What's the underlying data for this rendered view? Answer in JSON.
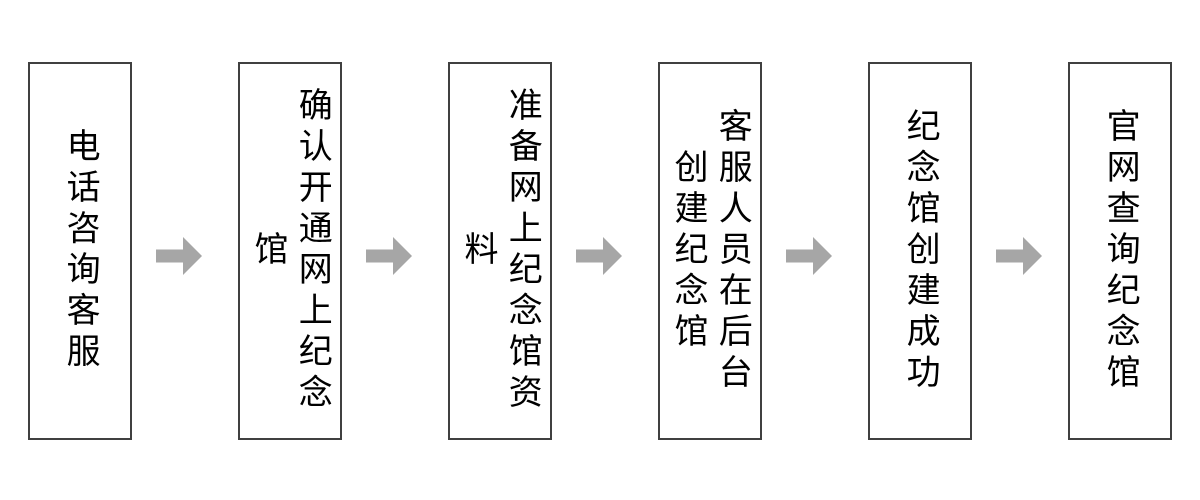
{
  "diagram": {
    "type": "process-flowchart",
    "orientation": "left-to-right",
    "text_direction": "vertical-rl",
    "background_color": "#FFFFFF",
    "node_border_color": "#404040",
    "node_fill_color": "#FFFFFF",
    "arrow_color": "#A6A6A6",
    "nodes": [
      {
        "id": "step-1",
        "label": "电话咨询客服"
      },
      {
        "id": "step-2",
        "label": "确认开通网上纪念馆"
      },
      {
        "id": "step-3",
        "label": "准备网上纪念馆资料"
      },
      {
        "id": "step-4",
        "label": "客服人员在后台创建纪念馆"
      },
      {
        "id": "step-5",
        "label": "纪念馆创建成功"
      },
      {
        "id": "step-6",
        "label": "官网查询纪念馆"
      }
    ],
    "arrows": [
      {
        "id": "arrow-1",
        "from": "step-1",
        "to": "step-2",
        "glyph": "right-arrow"
      },
      {
        "id": "arrow-2",
        "from": "step-2",
        "to": "step-3",
        "glyph": "right-arrow"
      },
      {
        "id": "arrow-3",
        "from": "step-3",
        "to": "step-4",
        "glyph": "right-arrow"
      },
      {
        "id": "arrow-4",
        "from": "step-4",
        "to": "step-5",
        "glyph": "right-arrow"
      },
      {
        "id": "arrow-5",
        "from": "step-5",
        "to": "step-6",
        "glyph": "right-arrow"
      }
    ]
  }
}
